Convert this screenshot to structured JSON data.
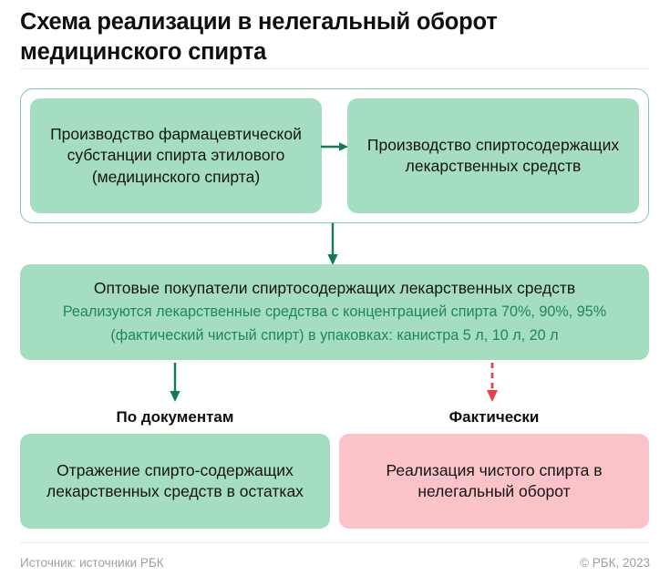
{
  "title": "Схема реализации в нелегальный оборот медицинского спирта",
  "colors": {
    "box_green": "#a5ddc0",
    "box_pink": "#f9c3c8",
    "container_border": "#7fc9a6",
    "arrow_green": "#13795a",
    "arrow_red": "#e8414a",
    "sub_text_green": "#1f8561",
    "footer_text": "#9aa0a6"
  },
  "top_row": {
    "left_box": "Производство фармацевтической субстанции спирта этилового (медицинского спирта)",
    "right_box": "Производство спиртосодержащих лекарственных средств",
    "connector_icon": "arrow-right-icon"
  },
  "middle_box": {
    "heading": "Оптовые покупатели спиртосодержащих лекарственных средств",
    "line1": "Реализуются лекарственные средства с концентрацией спирта 70%, 90%, 95%",
    "line2": "(фактический чистый спирт) в упаковках: канистра 5 л, 10 л, 20 л",
    "connector_icon": "arrow-down-icon"
  },
  "branches": {
    "left": {
      "label": "По документам",
      "box": "Отражение спирто-содержащих лекарственных средств в остатках",
      "arrow_icon": "arrow-down-solid-icon"
    },
    "right": {
      "label": "Фактически",
      "box": "Реализация чистого спирта в нелегальный оборот",
      "arrow_icon": "arrow-down-dashed-icon"
    }
  },
  "footer": {
    "source": "Источник: источники РБК",
    "copyright": "© РБК, 2023"
  }
}
